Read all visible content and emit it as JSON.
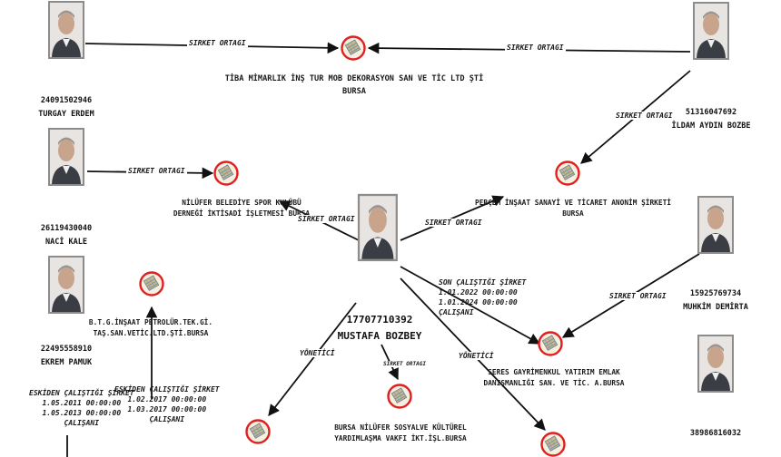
{
  "nodes": {
    "people": [
      {
        "key": "turgay",
        "id_number": "24091502946",
        "name": "TURGAY ERDEM"
      },
      {
        "key": "ildam",
        "id_number": "51316047692",
        "name": "İLDAM AYDIN BOZBE"
      },
      {
        "key": "naci",
        "id_number": "26119430040",
        "name": "NACİ KALE"
      },
      {
        "key": "ekrem",
        "id_number": "22495558910",
        "name": "EKREM PAMUK"
      },
      {
        "key": "muhkim",
        "id_number": "15925769734",
        "name": "MUHKİM DEMİRTA"
      },
      {
        "key": "right_bottom",
        "id_number": "38986816032",
        "name": ""
      }
    ],
    "main": {
      "id_number": "17707710392",
      "name": "MUSTAFA BOZBEY"
    },
    "companies": {
      "tiba": {
        "line1": "TİBA MİMARLIK İNŞ TUR MOB DEKORASYON SAN VE TİC LTD ŞTİ",
        "line2": "BURSA"
      },
      "nilufer_spor": {
        "line1": "NİLÜFER BELEDİYE SPOR KULÜBÜ",
        "line2": "DERNEĞİ İKTİSADİ İŞLETMESİ BURSA"
      },
      "percem": {
        "line1": "PERÇEM İNŞAAT SANAYİ VE TİCARET ANONİM ŞİRKETİ",
        "line2": "BURSA"
      },
      "btg": {
        "line1": "B.T.G.İNŞAAT PETROLÜR.TEK.Gİ.",
        "line2": "TAŞ.SAN.VETİC.LTD.ŞTİ.BURSA"
      },
      "seres": {
        "line1": "SERES GAYRİMENKUL YATIRIM EMLAK",
        "line2": "DANIŞMANLIĞI SAN. VE TİC. A.BURSA"
      },
      "nilufer_vakfi": {
        "line1": "BURSA NİLÜFER SOSYALVE KÜLTÜREL",
        "line2": "YARDIMLAŞMA VAKFI İKT.İŞL.BURSA"
      }
    }
  },
  "edges": {
    "sirket_ortagi": "SIRKET ORTAGI",
    "yonetici": "YÖNETİCİ",
    "son_calistigi": {
      "title": "SON ÇALIŞTIĞI ŞİRKET",
      "start": "1.01.2022 00:00:00",
      "end": "1.01.2024 00:00:00",
      "role": "ÇALIŞANI"
    },
    "eskiden_btg": {
      "title": "ESKİDEN ÇALIŞTIĞI ŞİRKET",
      "start": "1.02.2017 00:00:00",
      "end": "1.03.2017 00:00:00",
      "role": "ÇALIŞANI"
    },
    "eskiden_left": {
      "title": "ESKİDEN ÇALIŞTIĞI ŞİRKET",
      "start": "1.05.2011 00:00:00",
      "end": "1.05.2013 00:00:00",
      "role": "ÇALIŞANI"
    }
  },
  "colors": {
    "line": "#111111",
    "company_ring": "#e02020",
    "company_fill": "#f2ecd6",
    "frame": "#9a9a9a"
  }
}
